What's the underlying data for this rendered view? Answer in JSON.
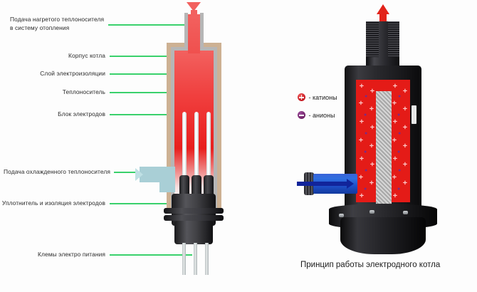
{
  "diagram": {
    "left": {
      "title_role": "cutaway-schematic-of-electrode-boiler",
      "labels": [
        {
          "id": "hot-supply",
          "text": "Подача нагретого теплоносителя\nв систему отопления",
          "line1": "Подача нагретого теплоносителя",
          "line2": "в систему отопления"
        },
        {
          "id": "boiler-body",
          "text": "Корпус котла"
        },
        {
          "id": "insulation-layer",
          "text": "Слой электроизоляции"
        },
        {
          "id": "heat-carrier",
          "text": "Теплоноситель"
        },
        {
          "id": "electrode-block",
          "text": "Блок электродов"
        },
        {
          "id": "cold-supply",
          "text": "Подача охлажденного теплоносителя"
        },
        {
          "id": "seal-insulation",
          "text": "Уплотнитель и изоляция электродов"
        },
        {
          "id": "power-terminals",
          "text": "Клемы электро питания"
        }
      ],
      "colors": {
        "leader_line": "#3ad16c",
        "casing": "#cdb193",
        "insulation": "#b6b6b6",
        "hot_fluid": "#e81f1d",
        "cold_fluid": "#a9cfd6",
        "electrode": "#ffffff",
        "seal": "#2a2a2e"
      }
    },
    "right": {
      "caption": "Принцип работы электродного котла",
      "legend": [
        {
          "id": "cations",
          "symbol": "+",
          "label": "- катионы",
          "color": "#c1121b"
        },
        {
          "id": "anions",
          "symbol": "-",
          "label": "- анионы",
          "color": "#6e1f63"
        }
      ],
      "colors": {
        "housing": "#1a1a1d",
        "cavity": "#e41b17",
        "mesh_electrode": "#b4b4b4",
        "outlet_arrow": "#e2231a",
        "inlet_pipe": "#2f6fe0",
        "inlet_arrow": "#11249a"
      }
    }
  }
}
